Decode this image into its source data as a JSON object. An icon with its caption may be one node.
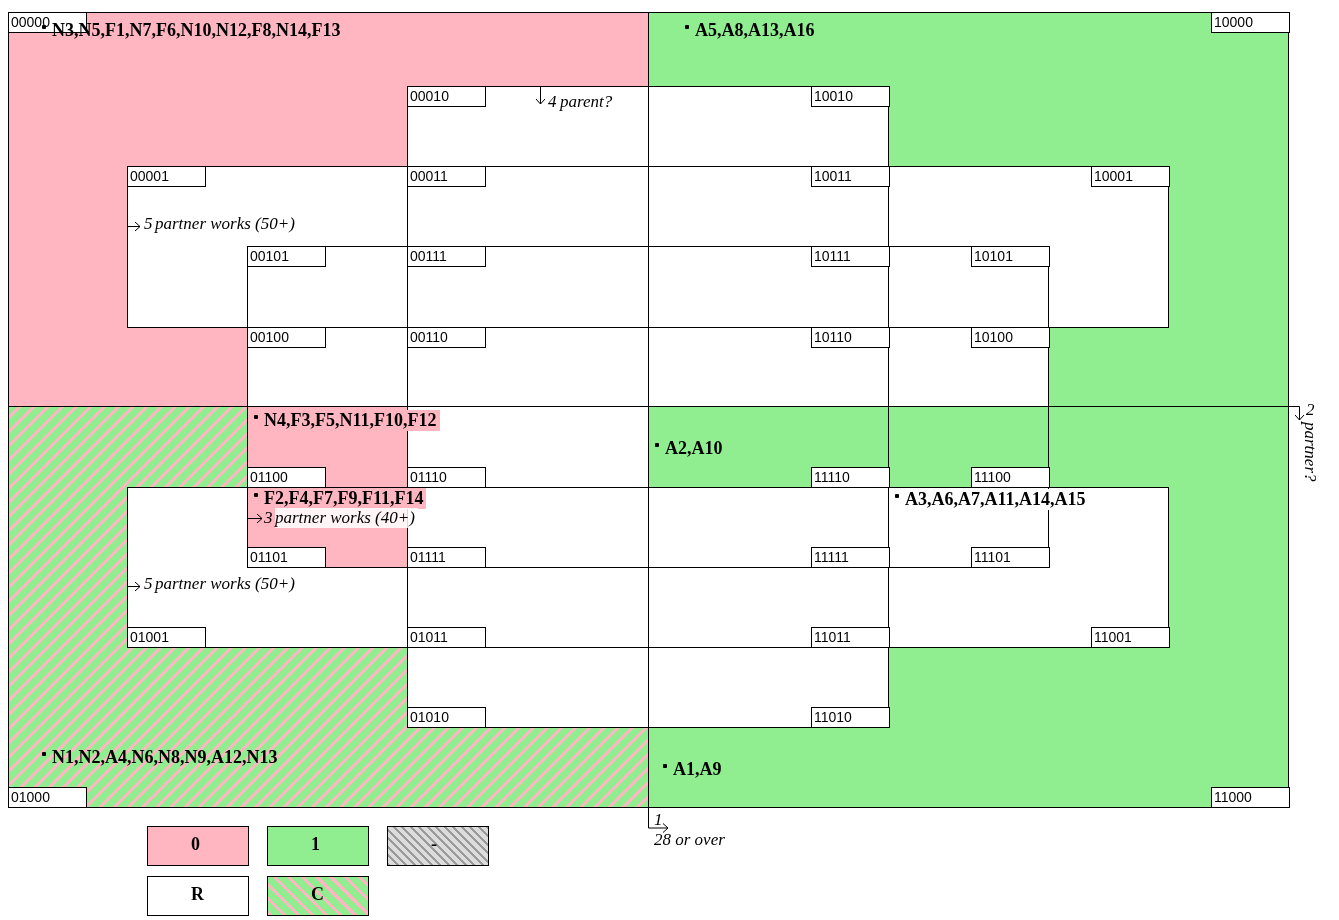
{
  "diagram": {
    "nodes": [
      {
        "text": [
          "00000"
        ]
      },
      {
        "text": [
          "10000"
        ]
      },
      {
        "text": [
          "00010"
        ]
      },
      {
        "text": [
          "10010"
        ]
      },
      {
        "text": [
          "00001"
        ]
      },
      {
        "text": [
          "00011"
        ]
      },
      {
        "text": [
          "10011"
        ]
      },
      {
        "text": [
          "10001"
        ]
      },
      {
        "text": [
          "00101"
        ]
      },
      {
        "text": [
          "00111"
        ]
      },
      {
        "text": [
          "10111"
        ]
      },
      {
        "text": [
          "10101"
        ]
      },
      {
        "text": [
          "00100"
        ]
      },
      {
        "text": [
          "00110"
        ]
      },
      {
        "text": [
          "10110"
        ]
      },
      {
        "text": [
          "10100"
        ]
      },
      {
        "text": [
          "01100"
        ]
      },
      {
        "text": [
          "01110"
        ]
      },
      {
        "text": [
          "11110"
        ]
      },
      {
        "text": [
          "11100"
        ]
      },
      {
        "text": [
          "01101"
        ]
      },
      {
        "text": [
          "01111"
        ]
      },
      {
        "text": [
          "11111"
        ]
      },
      {
        "text": [
          "11101"
        ]
      },
      {
        "text": [
          "01001"
        ]
      },
      {
        "text": [
          "01011"
        ]
      },
      {
        "text": [
          "11011"
        ]
      },
      {
        "text": [
          "11001"
        ]
      },
      {
        "text": [
          "01010"
        ]
      },
      {
        "text": [
          "11010"
        ]
      },
      {
        "text": [
          "01000"
        ]
      },
      {
        "text": [
          "11000"
        ]
      }
    ],
    "edges": [],
    "labels": [
      "N3,N5,F1,N7,F6,N10,N12,F8,N14,F13",
      "A5,A8,A13,A16",
      "4",
      "parent?",
      "5",
      "partner works (50+)",
      "2",
      "partner?",
      "N4,F3,F5,N11,F10,F12",
      "A2,A10",
      "F2,F4,F7,F9,F11,F14",
      "A3,A6,A7,A11,A14,A15",
      "3",
      "partner works (40+)",
      "5",
      "partner works (50+)",
      "N1,N2,A4,N6,N8,N9,A12,N13",
      "A1,A9",
      "1",
      "28 or over"
    ],
    "legend": [
      {
        "text": "0",
        "color": "#ffb6c1"
      },
      {
        "text": "1",
        "color": "#90ee90"
      },
      {
        "text": "-"
      },
      {
        "text": "R",
        "color": "#ffffff"
      },
      {
        "text": "C"
      }
    ]
  }
}
